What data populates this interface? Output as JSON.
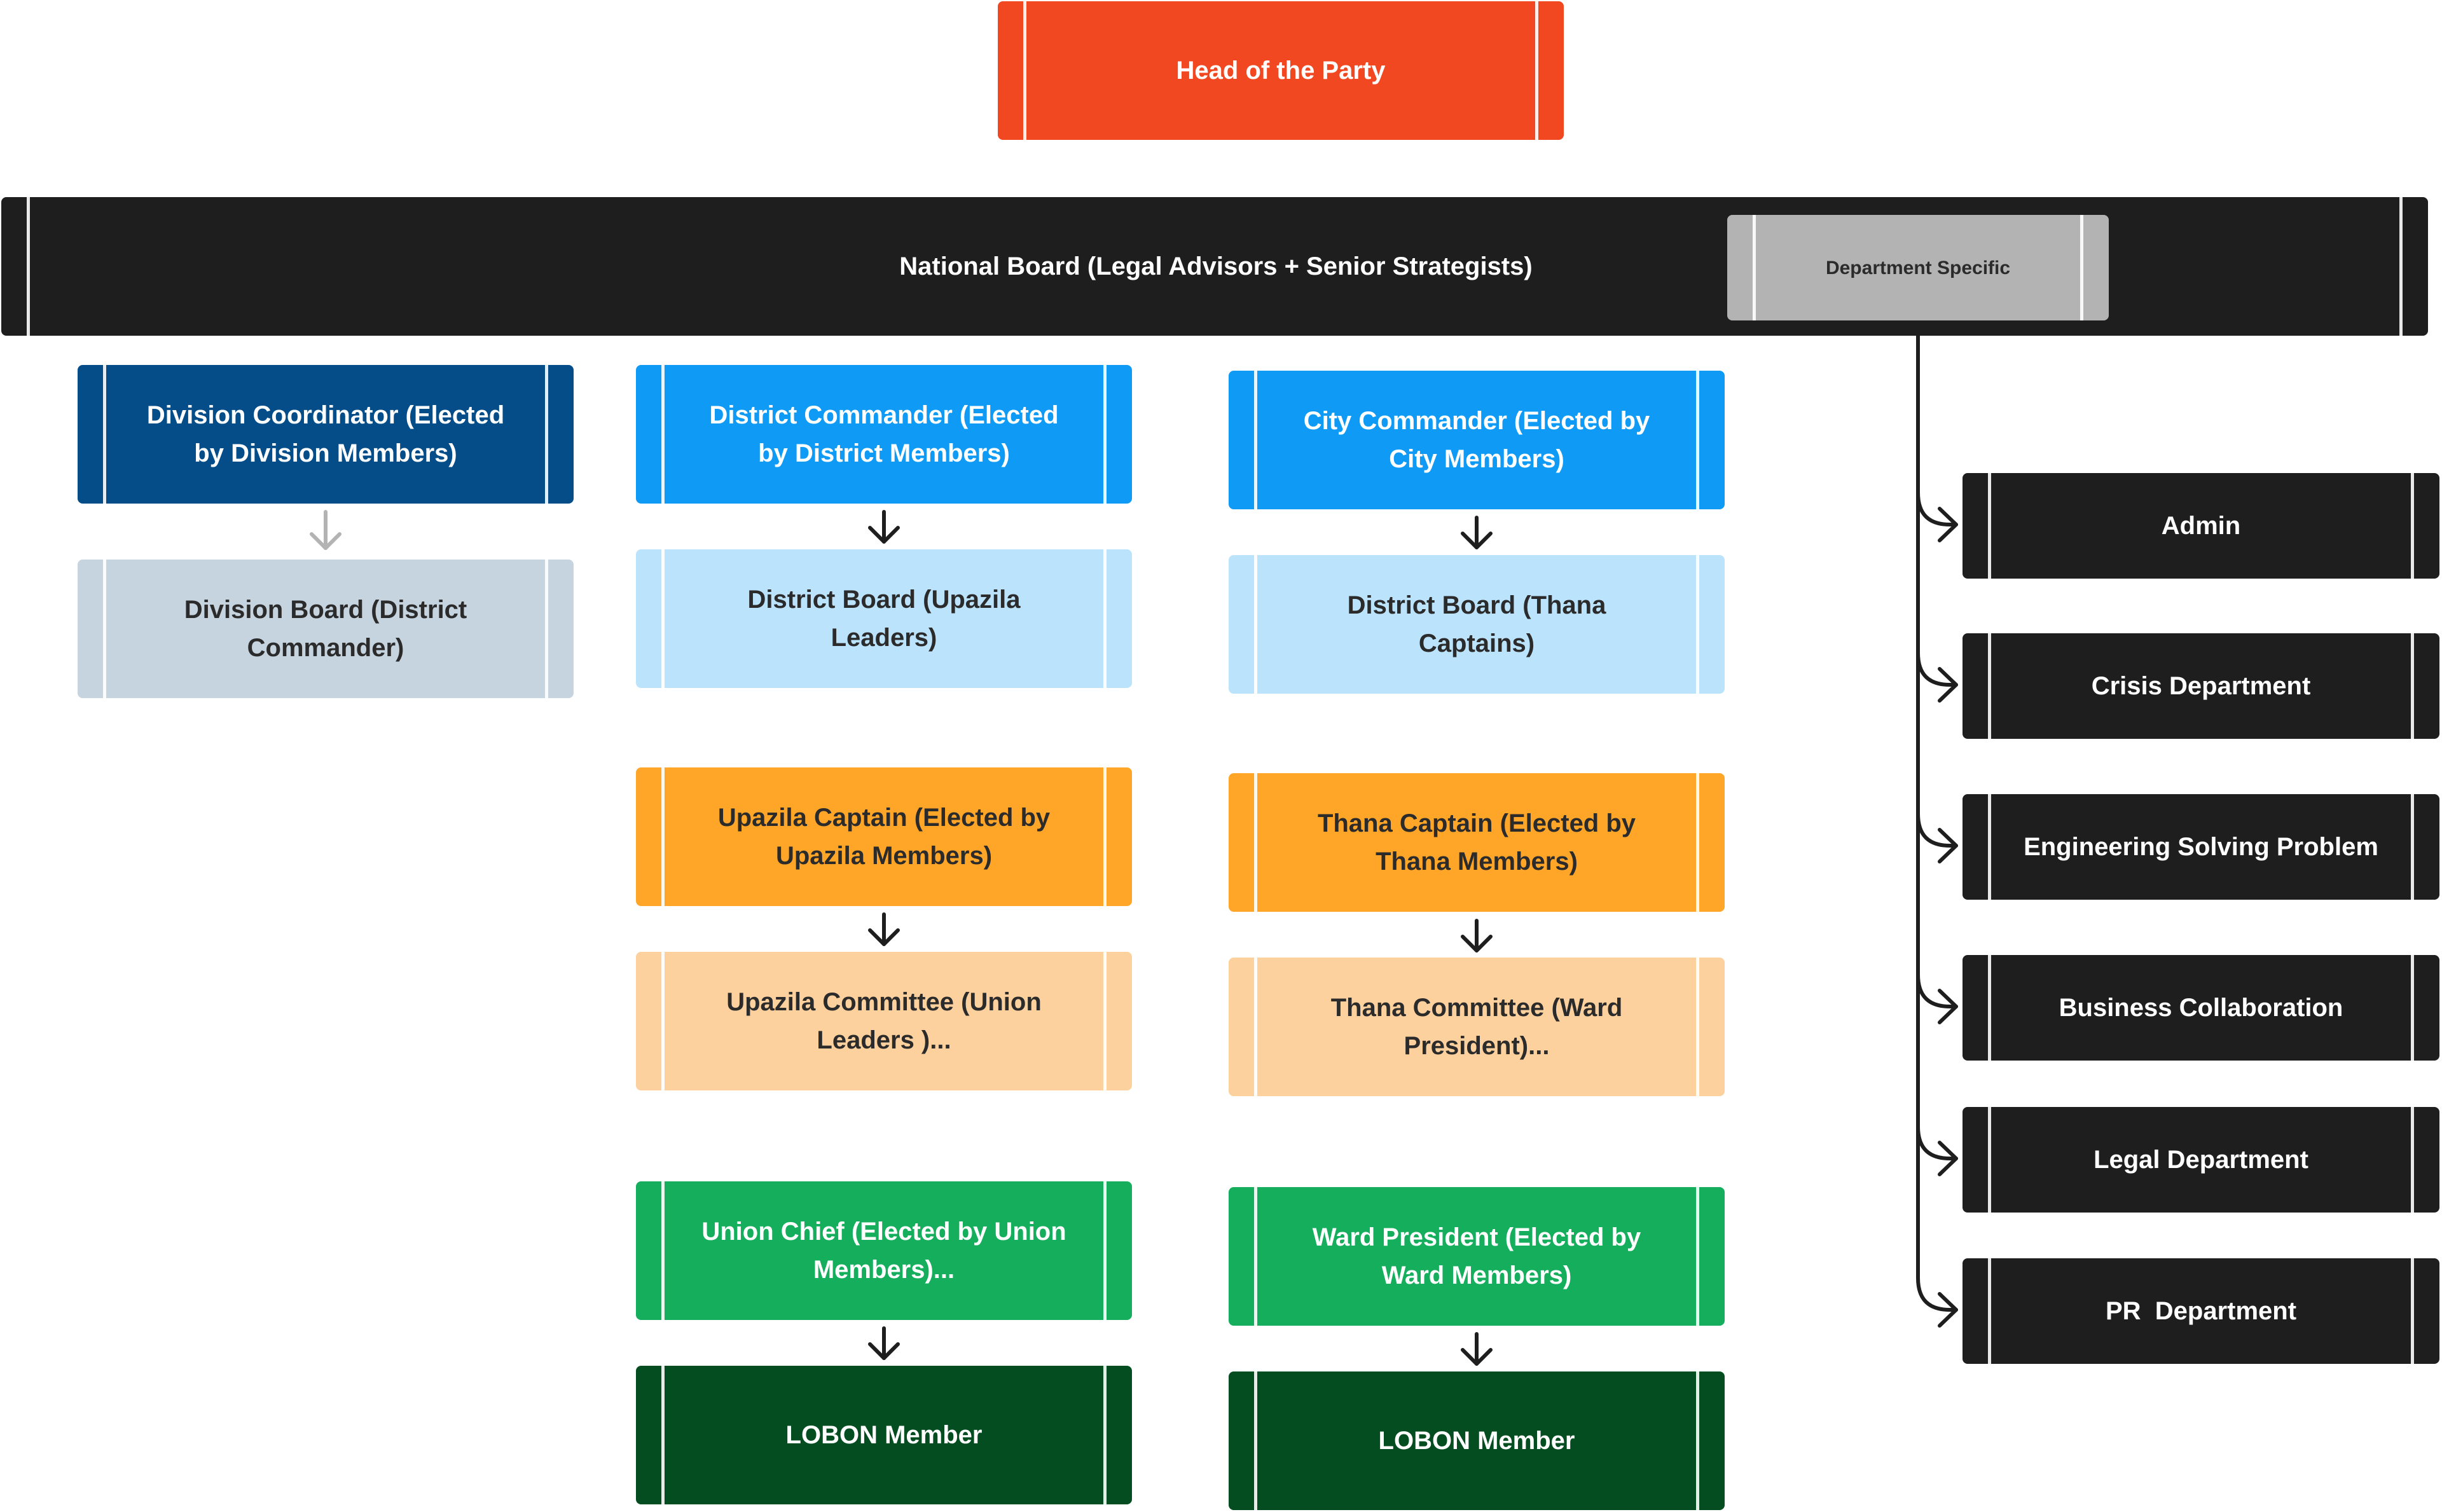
{
  "colors": {
    "head": "#f24822",
    "board": "#1e1e1e",
    "dept_specific": "#b3b3b3",
    "dark_blue": "#044d89",
    "light_gray_blue": "#c6d4e0",
    "blue": "#0f9bf5",
    "light_blue": "#bce3fc",
    "orange": "#ffa629",
    "light_orange": "#fdd19e",
    "green": "#14ae5c",
    "dark_green": "#044d21",
    "dept": "#1e1e1e",
    "arrow": "#1e1e1e",
    "arrow_muted": "#b3b3b3"
  },
  "head": {
    "label": "Head of the Party"
  },
  "national_board": {
    "label": "National Board (Legal Advisors + Senior Strategists)",
    "department_specific": "Department Specific"
  },
  "division": {
    "coordinator": "Division Coordinator (Elected by Division Members)",
    "board": "Division Board (District Commander)"
  },
  "district": {
    "commander": "District Commander (Elected by District Members)",
    "board": "District Board (Upazila Leaders)",
    "upazila_captain": "Upazila Captain (Elected by Upazila Members)",
    "upazila_committee": "Upazila Committee (Union Leaders )...",
    "union_chief": "Union Chief (Elected by Union Members)...",
    "lobon_member": "LOBON Member"
  },
  "city": {
    "commander": "City Commander (Elected by City Members)",
    "board": "District Board (Thana Captains)",
    "thana_captain": "Thana Captain (Elected by Thana Members)",
    "thana_committee": "Thana Committee (Ward President)...",
    "ward_president": "Ward President (Elected by Ward Members)",
    "lobon_member": "LOBON Member"
  },
  "departments": [
    {
      "label": "Admin"
    },
    {
      "label": "Crisis Department"
    },
    {
      "label": "Engineering Solving Problem"
    },
    {
      "label": "Business Collaboration"
    },
    {
      "label": "Legal Department"
    },
    {
      "label": "PR  Department"
    }
  ]
}
